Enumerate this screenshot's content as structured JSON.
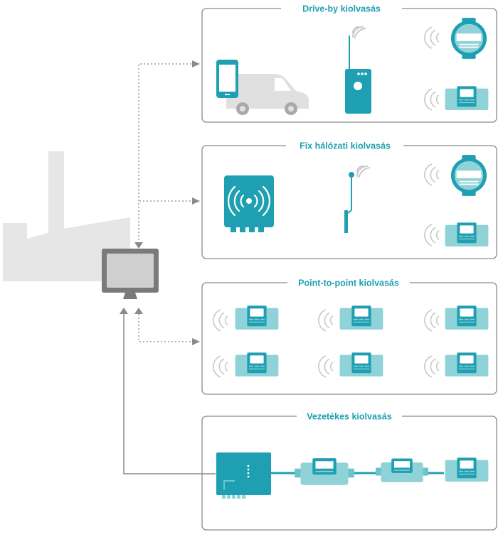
{
  "sections": [
    {
      "id": "drive-by",
      "title": "Drive-by kiolvasás"
    },
    {
      "id": "fix-network",
      "title": "Fix hálózati kiolvasás"
    },
    {
      "id": "point-to-point",
      "title": "Point-to-point kiolvasás"
    },
    {
      "id": "wired",
      "title": "Vezetékes kiolvasás"
    }
  ],
  "colors": {
    "accent": "#1f9fb2",
    "accent_dark": "#188a9a",
    "meter_light": "#8fd2d8",
    "meter_mid": "#6cc3cb",
    "frame": "#8a8a8a",
    "arrow": "#8a8a8a",
    "signal": "#c9c9c9",
    "factory": "#e6e6e6",
    "monitor": "#7a7a7a"
  },
  "icons": {
    "factory": "factory-icon",
    "monitor": "monitor-icon",
    "van": "van-icon",
    "phone": "smartphone-icon",
    "handheld_receiver": "handheld-receiver-icon",
    "gateway": "gateway-icon",
    "antenna": "antenna-icon",
    "water_meter": "water-meter-icon",
    "heat_meter": "heat-meter-icon",
    "wired_hub": "wired-hub-icon"
  }
}
